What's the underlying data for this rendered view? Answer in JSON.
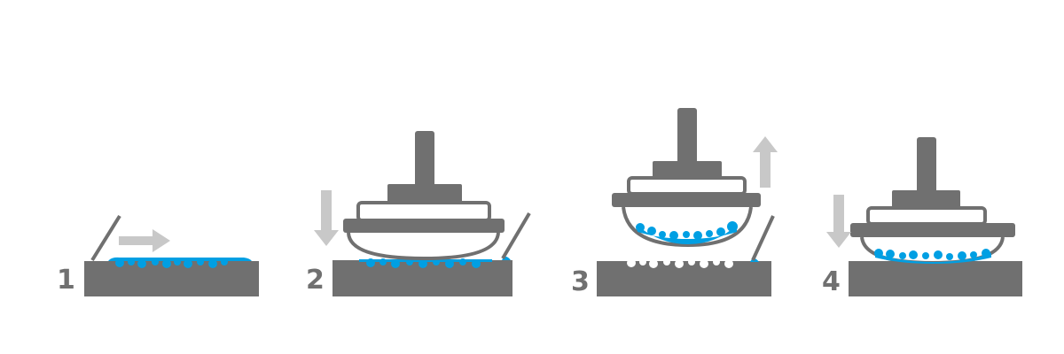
{
  "steps": [
    {
      "number": "1",
      "action": "ink-fill-doctor-blade",
      "arrow": "right"
    },
    {
      "number": "2",
      "action": "pad-press-down",
      "arrow": "down"
    },
    {
      "number": "3",
      "action": "pad-lift-ink",
      "arrow": "up"
    },
    {
      "number": "4",
      "action": "pad-transfer-to-part",
      "arrow": "down"
    }
  ],
  "colors": {
    "machine": "#707070",
    "ink": "#009FE3",
    "arrow": "#C8C8C8",
    "background": "#FFFFFF"
  }
}
